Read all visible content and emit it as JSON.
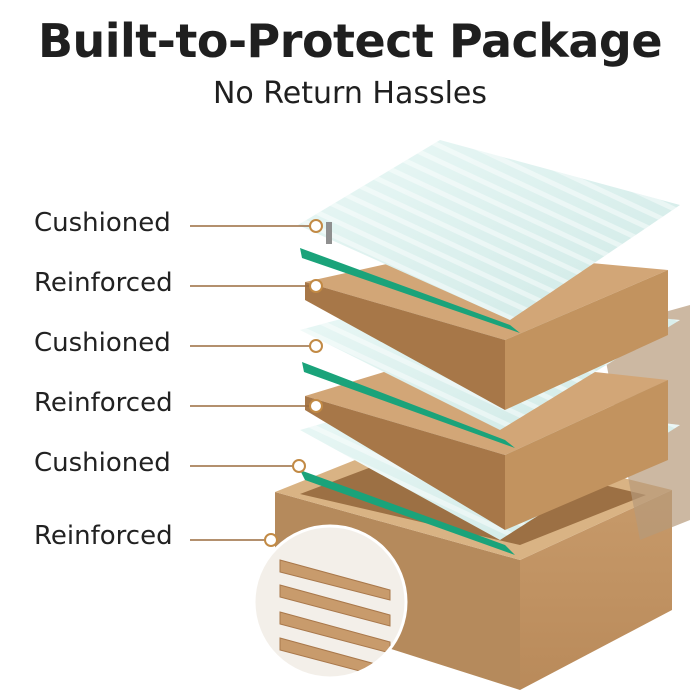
{
  "header": {
    "title": "Built-to-Protect Package",
    "subtitle": "No Return Hassles"
  },
  "layers": [
    {
      "label": "Cushioned",
      "type": "bubble-mailer"
    },
    {
      "label": "Reinforced",
      "type": "cardboard-sleeve"
    },
    {
      "label": "Cushioned",
      "type": "bubble-mailer"
    },
    {
      "label": "Reinforced",
      "type": "cardboard-sleeve"
    },
    {
      "label": "Cushioned",
      "type": "bubble-mailer"
    },
    {
      "label": "Reinforced",
      "type": "corrugated-box"
    }
  ],
  "colors": {
    "leader_line": "#9a6b3f",
    "cardboard": "#c89b6c",
    "cardboard_dark": "#a9784b",
    "mailer": "#dff3f0",
    "glass_edge": "#1aa37a"
  }
}
